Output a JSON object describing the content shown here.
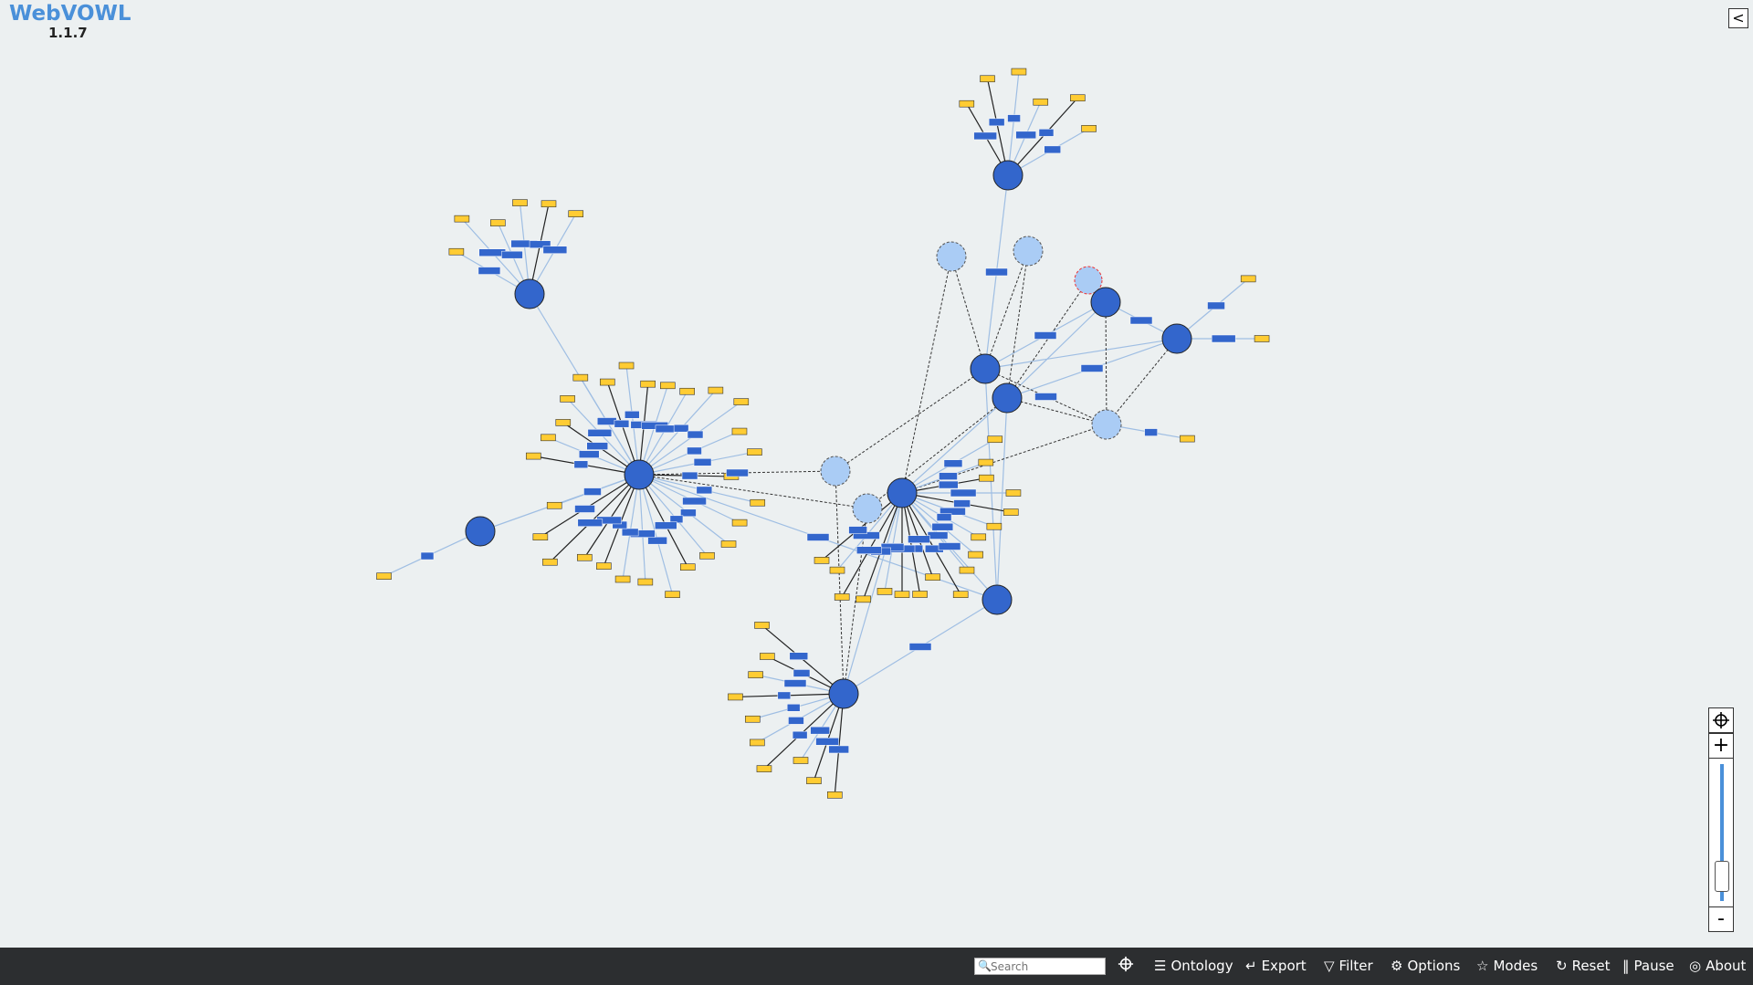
{
  "app": {
    "title": "WebVOWL",
    "version": "1.1.7"
  },
  "toolbar": {
    "search_placeholder": "Search",
    "items": [
      {
        "label": "Ontology",
        "icon": "list-icon"
      },
      {
        "label": "Export",
        "icon": "export-icon"
      },
      {
        "label": "Filter",
        "icon": "filter-icon"
      },
      {
        "label": "Options",
        "icon": "gear-icon"
      },
      {
        "label": "Modes",
        "icon": "star-icon"
      },
      {
        "label": "Reset",
        "icon": "reset-icon"
      },
      {
        "label": "Pause",
        "icon": "pause-icon"
      },
      {
        "label": "About",
        "icon": "info-icon"
      }
    ]
  },
  "sidebar_toggle": "<",
  "zoom": {
    "plus": "+",
    "minus": "-",
    "level": 0.1
  },
  "colors": {
    "class_node": "#3366cc",
    "external_node": "#aaccf5",
    "datatype": "#ffcc33",
    "property_label": "#3366cc",
    "link_light": "#9fbee3",
    "link_dark": "#222222",
    "background": "#ecf0f1",
    "toolbar_bg": "#2c2e30"
  }
}
